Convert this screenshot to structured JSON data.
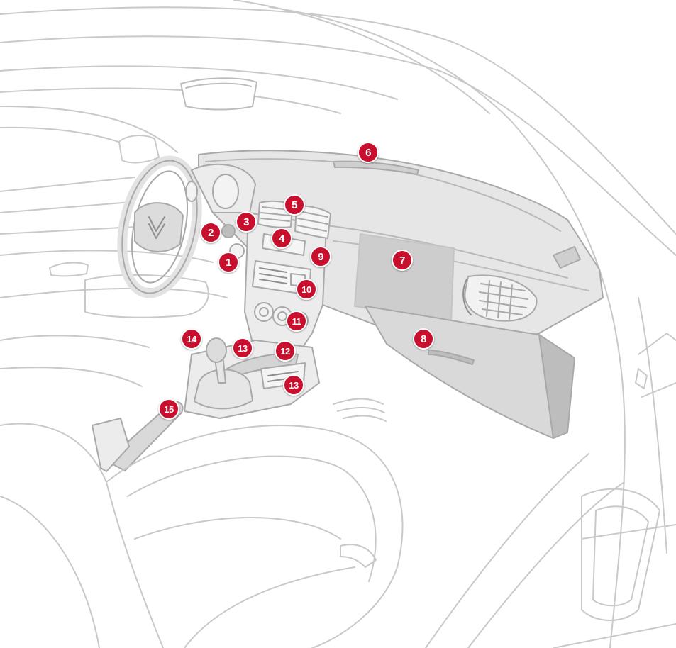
{
  "colors": {
    "line": "#c9c9c9",
    "line_dark": "#a9a9a9",
    "dash_fill": "#e6e6e6",
    "dash_shade": "#d6d6d6",
    "screen_fill": "#cdcdcd",
    "glovebox_fill": "#d9d9d9",
    "glovebox_dark": "#bdbdbd",
    "callout": "#c8102e",
    "callout_text": "#ffffff"
  },
  "callouts": [
    {
      "label": "1"
    },
    {
      "label": "2"
    },
    {
      "label": "3"
    },
    {
      "label": "4"
    },
    {
      "label": "5"
    },
    {
      "label": "6"
    },
    {
      "label": "7"
    },
    {
      "label": "8"
    },
    {
      "label": "9"
    },
    {
      "label": "10"
    },
    {
      "label": "11"
    },
    {
      "label": "12"
    },
    {
      "label": "13"
    },
    {
      "label": "13"
    },
    {
      "label": "14"
    },
    {
      "label": "15"
    }
  ]
}
